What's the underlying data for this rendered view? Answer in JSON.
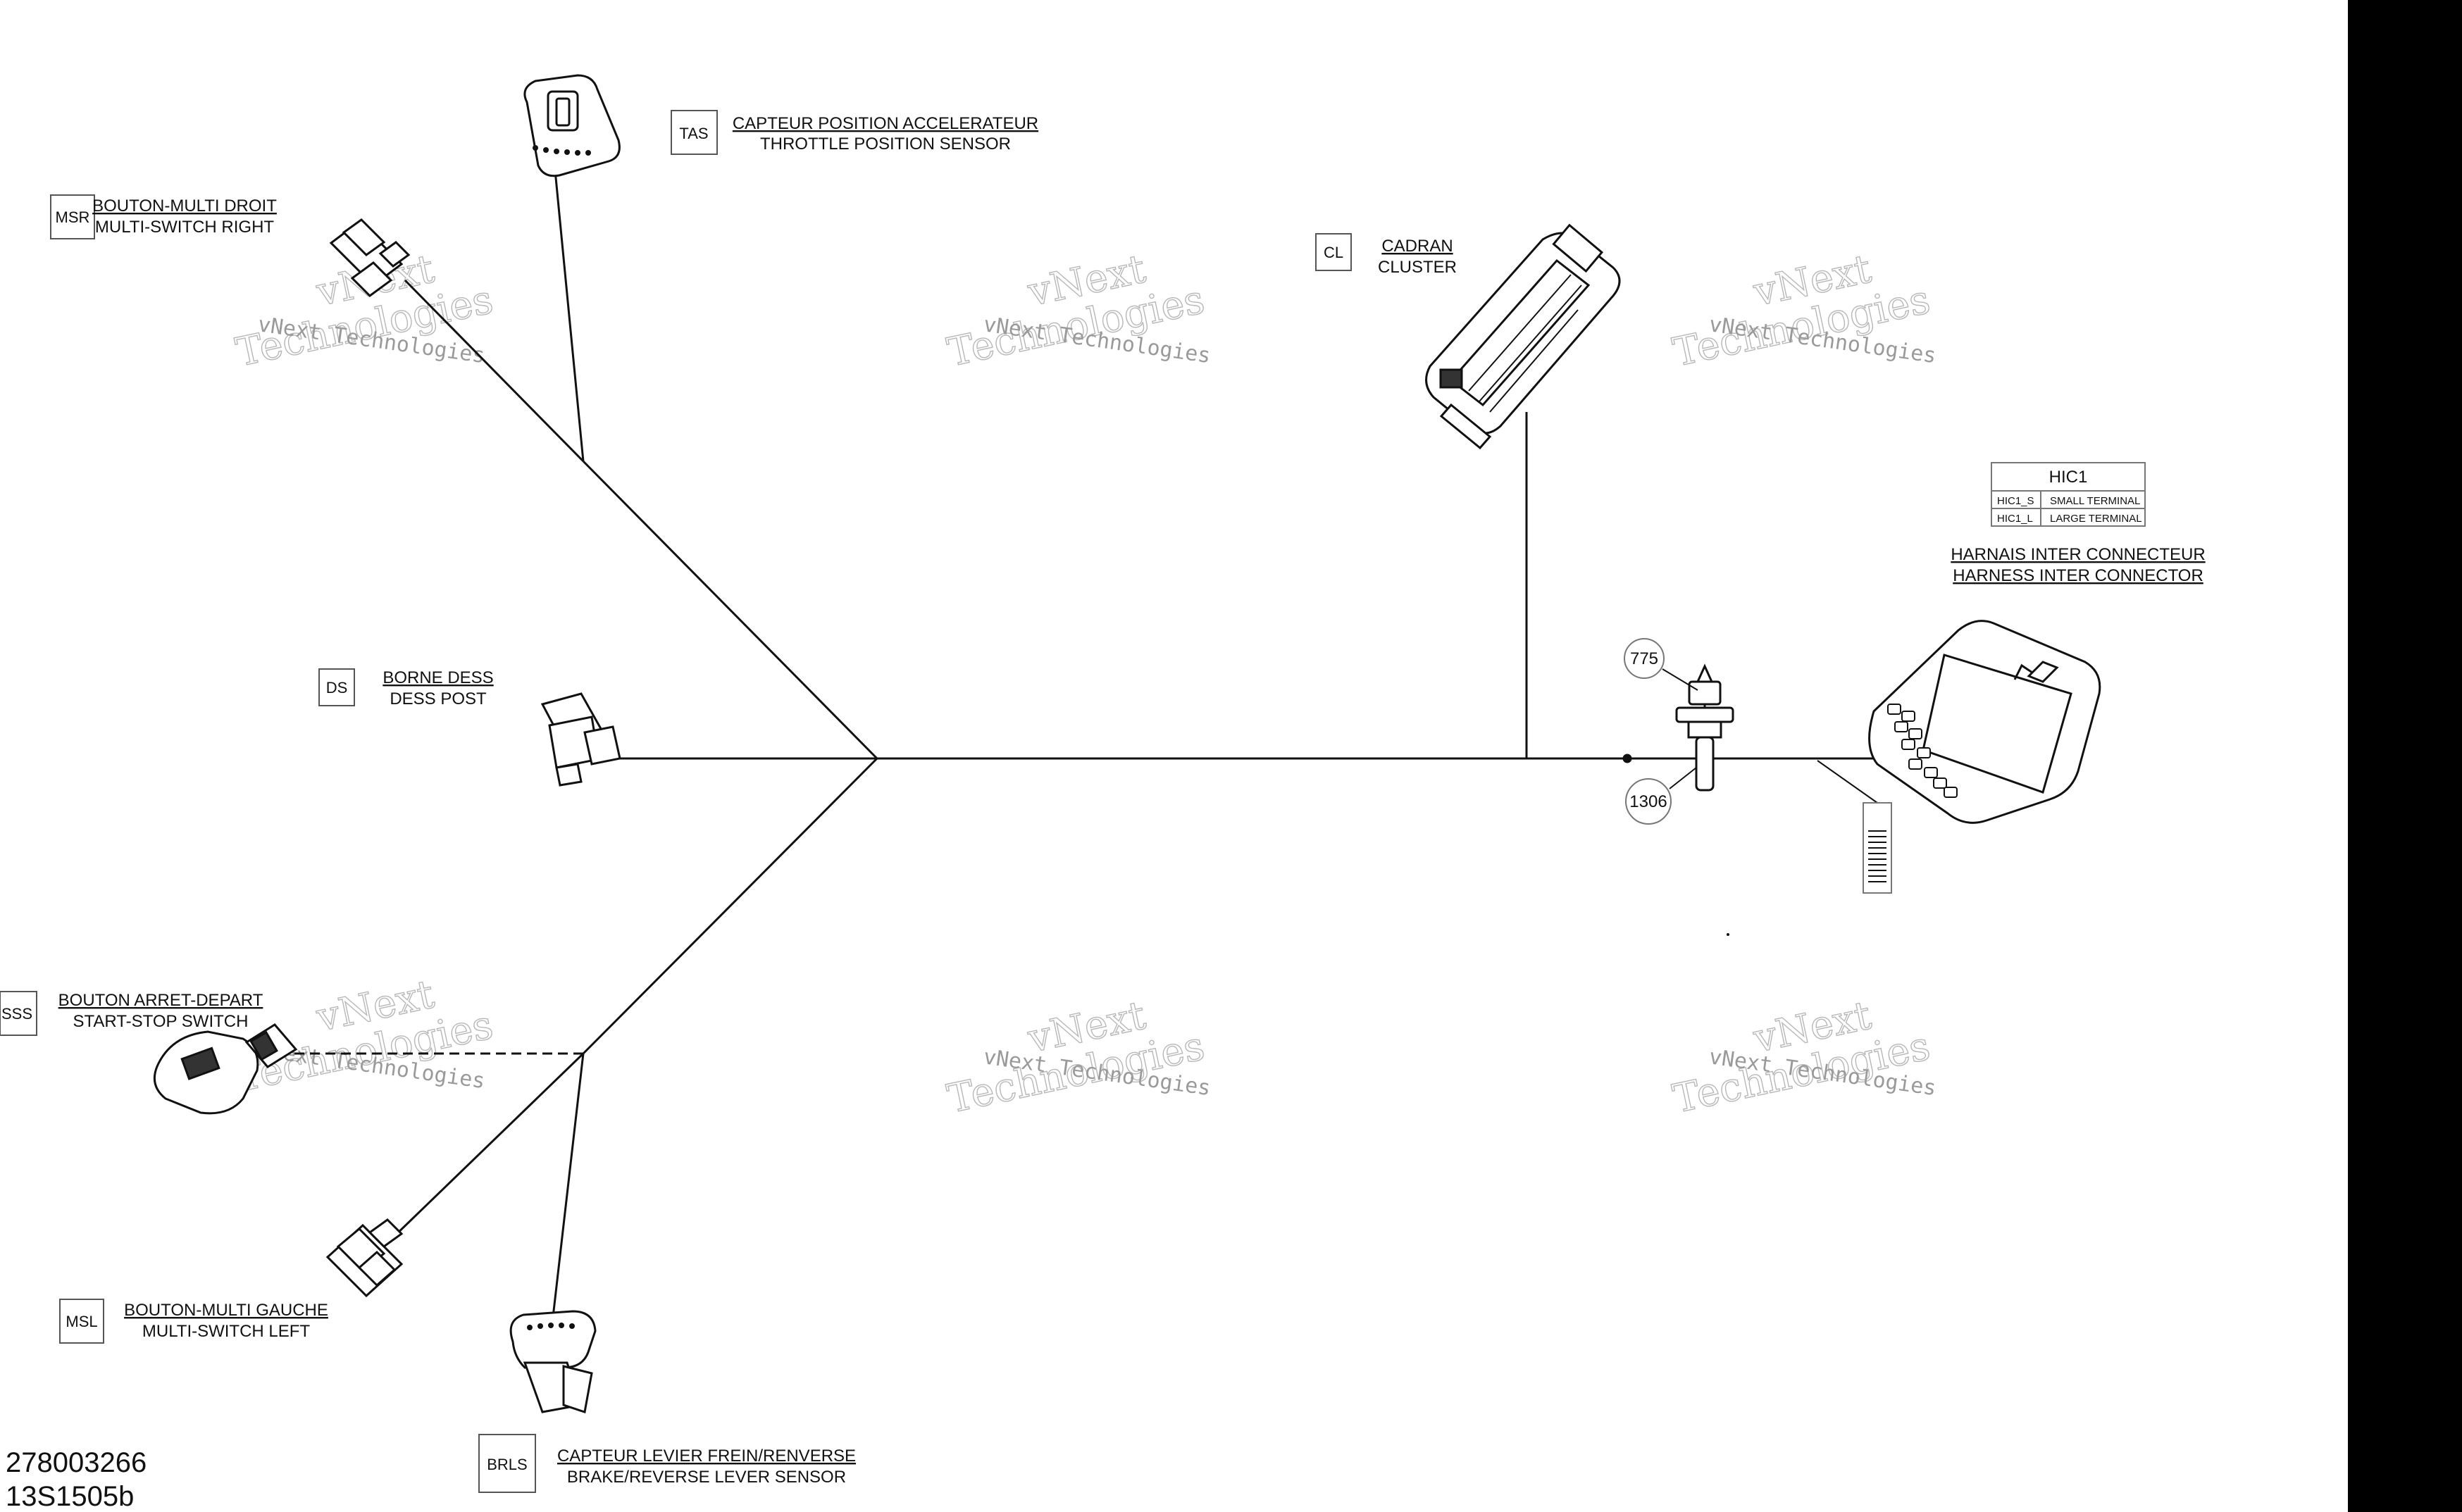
{
  "connectors": [
    {
      "id": "tas",
      "code": "TAS",
      "fr": "CAPTEUR POSITION ACCELERATEUR",
      "en": "THROTTLE POSITION SENSOR"
    },
    {
      "id": "msr",
      "code": "MSR",
      "fr": "BOUTON-MULTI DROIT",
      "en": "MULTI-SWITCH RIGHT"
    },
    {
      "id": "cl",
      "code": "CL",
      "fr": "CADRAN",
      "en": "CLUSTER"
    },
    {
      "id": "ds",
      "code": "DS",
      "fr": "BORNE DESS",
      "en": "DESS POST"
    },
    {
      "id": "sss",
      "code": "SSS",
      "fr": "BOUTON ARRET-DEPART",
      "en": "START-STOP SWITCH"
    },
    {
      "id": "msl",
      "code": "MSL",
      "fr": "BOUTON-MULTI GAUCHE",
      "en": "MULTI-SWITCH LEFT"
    },
    {
      "id": "brls",
      "code": "BRLS",
      "fr": "CAPTEUR LEVIER FREIN/RENVERSE",
      "en": "BRAKE/REVERSE LEVER SENSOR"
    }
  ],
  "hic": {
    "title": "HIC1",
    "rows": [
      {
        "code": "HIC1_S",
        "desc": "SMALL TERMINAL"
      },
      {
        "code": "HIC1_L",
        "desc": "LARGE TERMINAL"
      }
    ],
    "fr": "HARNAIS INTER CONNECTEUR",
    "en": "HARNESS INTER CONNECTOR"
  },
  "callouts": [
    "775",
    "1306"
  ],
  "reference": {
    "part": "278003266",
    "drawing": "13S1505b"
  },
  "watermark": {
    "line1": "vNext Technologies",
    "line2": "vNext",
    "line3": "Technologies"
  }
}
